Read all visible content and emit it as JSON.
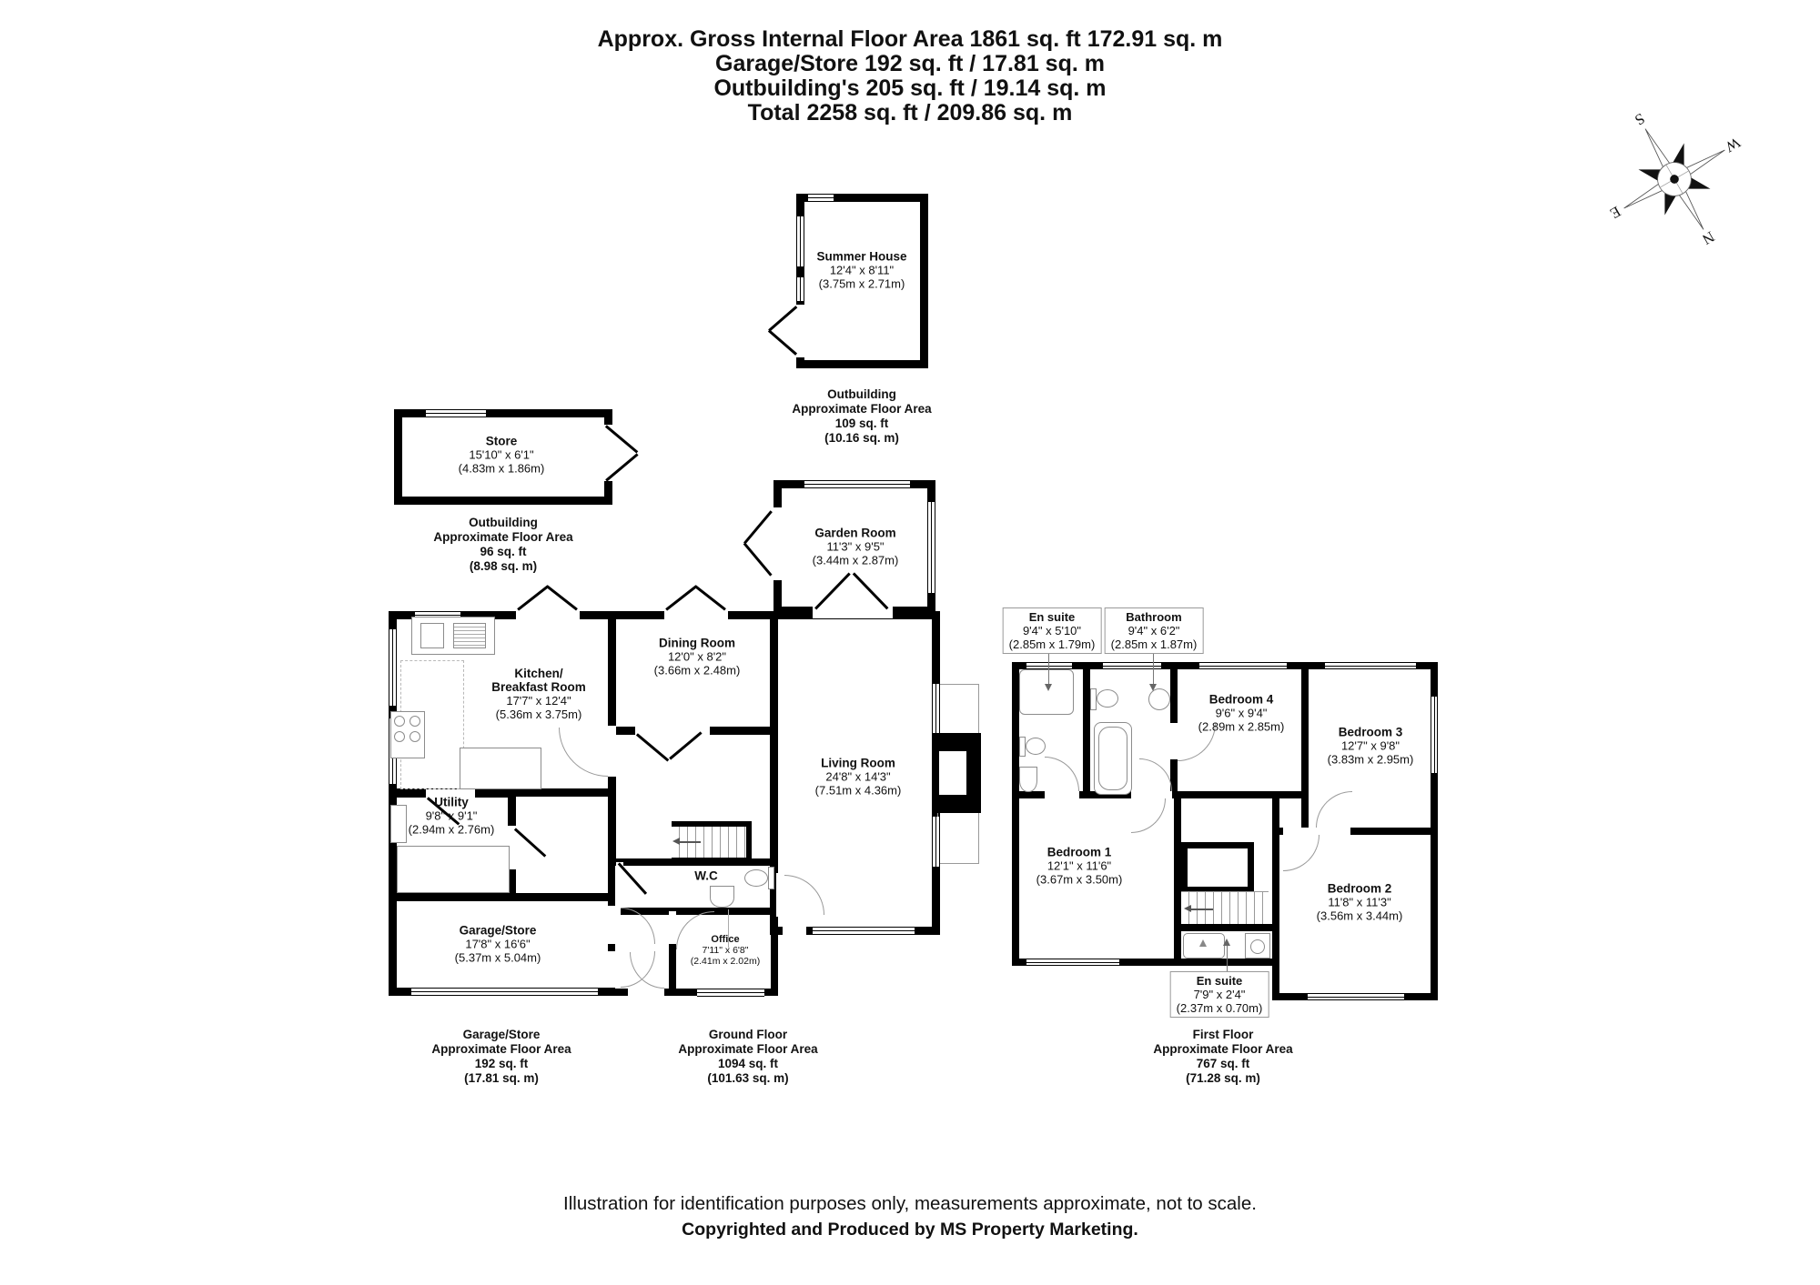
{
  "header": {
    "line1": "Approx. Gross Internal Floor Area 1861 sq. ft 172.91 sq. m",
    "line2": "Garage/Store 192 sq. ft / 17.81 sq. m",
    "line3": "Outbuilding's 205 sq. ft / 19.14 sq. m",
    "line4": "Total 2258 sq. ft / 209.86 sq. m"
  },
  "compass": {
    "n": "N",
    "e": "E",
    "s": "S",
    "w": "W"
  },
  "rooms": {
    "summer_house": {
      "name": "Summer House",
      "imperial": "12'4\" x 8'11\"",
      "metric": "(3.75m x 2.71m)"
    },
    "store": {
      "name": "Store",
      "imperial": "15'10\" x 6'1\"",
      "metric": "(4.83m x 1.86m)"
    },
    "garden_room": {
      "name": "Garden Room",
      "imperial": "11'3\" x 9'5\"",
      "metric": "(3.44m x 2.87m)"
    },
    "kitchen": {
      "name": "Kitchen/",
      "name2": "Breakfast Room",
      "imperial": "17'7\" x 12'4\"",
      "metric": "(5.36m x 3.75m)"
    },
    "dining_room": {
      "name": "Dining Room",
      "imperial": "12'0\" x 8'2\"",
      "metric": "(3.66m x 2.48m)"
    },
    "living_room": {
      "name": "Living Room",
      "imperial": "24'8\" x 14'3\"",
      "metric": "(7.51m x 4.36m)"
    },
    "utility": {
      "name": "Utility",
      "imperial": "9'8\" x 9'1\"",
      "metric": "(2.94m x 2.76m)"
    },
    "garage_store": {
      "name": "Garage/Store",
      "imperial": "17'8\" x 16'6\"",
      "metric": "(5.37m x 5.04m)"
    },
    "wc": {
      "name": "W.C"
    },
    "office": {
      "name": "Office",
      "imperial": "7'11\" x 6'8\"",
      "metric": "(2.41m x 2.02m)"
    },
    "en_suite_1": {
      "name": "En suite",
      "imperial": "9'4\" x 5'10\"",
      "metric": "(2.85m x 1.79m)"
    },
    "bathroom": {
      "name": "Bathroom",
      "imperial": "9'4\" x 6'2\"",
      "metric": "(2.85m x 1.87m)"
    },
    "bedroom_1": {
      "name": "Bedroom 1",
      "imperial": "12'1\" x 11'6\"",
      "metric": "(3.67m x 3.50m)"
    },
    "bedroom_2": {
      "name": "Bedroom 2",
      "imperial": "11'8\" x 11'3\"",
      "metric": "(3.56m x 3.44m)"
    },
    "bedroom_3": {
      "name": "Bedroom 3",
      "imperial": "12'7\" x 9'8\"",
      "metric": "(3.83m x 2.95m)"
    },
    "bedroom_4": {
      "name": "Bedroom 4",
      "imperial": "9'6\" x 9'4\"",
      "metric": "(2.89m x 2.85m)"
    },
    "en_suite_2": {
      "name": "En suite",
      "imperial": "7'9\" x 2'4\"",
      "metric": "(2.37m x 0.70m)"
    }
  },
  "captions": {
    "outbuilding_summer": {
      "title": "Outbuilding",
      "line2": "Approximate Floor Area",
      "area_ft": "109 sq. ft",
      "area_m": "(10.16 sq. m)"
    },
    "outbuilding_store": {
      "title": "Outbuilding",
      "line2": "Approximate Floor Area",
      "area_ft": "96 sq. ft",
      "area_m": "(8.98 sq. m)"
    },
    "garage": {
      "title": "Garage/Store",
      "line2": "Approximate Floor Area",
      "area_ft": "192 sq. ft",
      "area_m": "(17.81 sq. m)"
    },
    "ground_floor": {
      "title": "Ground Floor",
      "line2": "Approximate Floor Area",
      "area_ft": "1094 sq. ft",
      "area_m": "(101.63 sq. m)"
    },
    "first_floor": {
      "title": "First Floor",
      "line2": "Approximate Floor Area",
      "area_ft": "767 sq. ft",
      "area_m": "(71.28 sq. m)"
    }
  },
  "footer": {
    "line1": "Illustration for identification purposes only, measurements approximate, not to scale.",
    "line2": "Copyrighted  and Produced by MS Property Marketing."
  },
  "colors": {
    "wall": "#000000",
    "door_arc": "#999999",
    "label_box_border": "#999999"
  }
}
